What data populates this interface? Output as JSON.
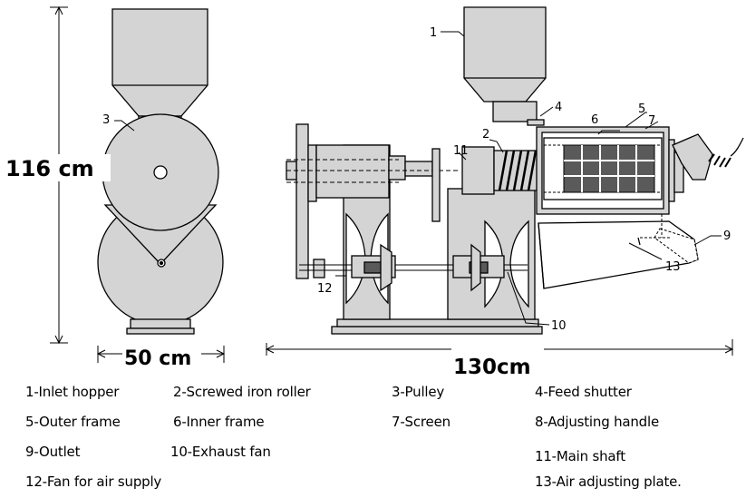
{
  "dimensions": {
    "height": "116 cm",
    "width_front": "50 cm",
    "length": "130cm"
  },
  "callouts": {
    "c1": "1",
    "c2": "2",
    "c3": "3",
    "c4": "4",
    "c5": "5",
    "c6": "6",
    "c7": "7",
    "c9": "9",
    "c10": "10",
    "c11": "11",
    "c12": "12",
    "c13": "13"
  },
  "legend": [
    "1-Inlet hopper",
    "2-Screwed iron roller",
    "3-Pulley",
    "4-Feed shutter",
    "5-Outer frame",
    "6-Inner frame",
    "7-Screen",
    "8-Adjusting handle",
    "9-Outlet",
    "10-Exhaust fan",
    "11-Main shaft",
    "12-Fan for air supply",
    "13-Air adjusting plate."
  ],
  "colors": {
    "line": "#000000",
    "fill": "#d4d4d4",
    "screen": "#5a5a5a"
  }
}
